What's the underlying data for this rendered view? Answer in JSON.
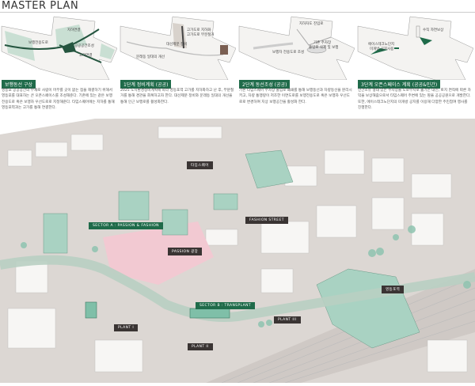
{
  "title": "MASTER PLAN",
  "panels": [
    {
      "heading": "보행동선 구상",
      "body": "영등포 공공공간의 부재로 사람이 머무를 곳이 없는 점을 해결하기 위해서 영등포를 대표하는 큰 오픈스페이스를 조성해준다. 기존에 있는 같은 보행전용도로 혹은 보행자 우선도로로 지정해준다. 타임스퀘어에는 지하를 통해 영등포역과는 고가를 통해 연결한다.",
      "labels": [
        "지하연결",
        "보행전용도로",
        "공공공간조성",
        "고가연결"
      ]
    },
    {
      "heading": "1단계 정비계획 (공공)",
      "body": "2025 도시환경정비계획에 따라 영등포역 고가를 지하화하고 난 후, 부분철거를 통해 경관을 회복하고자 한다. 대선제분 정비와 문래동 일대의 개선을 통해 인근 보행로를 활성화한다.",
      "labels": [
        "고가도로 지하화",
        "고가도로 부분철거",
        "대선제분 정비",
        "문래동 일대의 개선"
      ]
    },
    {
      "heading": "2단계 동선조성 (공공)",
      "body": "기존 타임스퀘어 주차장 출입로 폐쇄를 통해 보행동선과 차량동선을 분리시키고, 차량 통행량이 저조한 이면도로를 보행전용도로 혹은 보행자 우선도로로 변경하여 지상 보행공간을 활성화 한다.",
      "labels": [
        "지하차도 진입로",
        "기존 주차장",
        "출입로 삭제 및 보행",
        "보행자 전용도로 조성"
      ]
    },
    {
      "heading": "3단계 오픈스페이스 계획 (공공&민간)",
      "body": "민간소유 형태 있는 주차장을 도로부지로 옮기는 대신, 토지 면적에 따른 차익을 보상해줌으로서 타임스퀘어 주변에 있는 땅을 공공공원으로 개발한다. 또한, 에이스테크노단지의 미개방 공지를 이용해 다양한 주민참여 행사를 진행한다.",
      "labels": [
        "에이스테크노단지",
        "미개방 공지사용",
        "수직 자연보상"
      ]
    }
  ],
  "map": {
    "time_square": "타임스퀘어",
    "sector_a": "SECTOR A : PASSION & FASHION",
    "fashion_street": "FASHION STREET",
    "passion_plaza": "PASSION 광장",
    "sector_b": "SECTOR B : TRANSPLANT",
    "plant_1": "PLANT I",
    "plant_2": "PLANT II",
    "plant_3": "PLANT III",
    "station": "영등포역"
  },
  "colors": {
    "accent": "#1f6b4a",
    "label_dark": "#3a3433",
    "plaza": "#f2c9d2",
    "green": "#9fcfbd",
    "ground": "#d9d3cf"
  }
}
